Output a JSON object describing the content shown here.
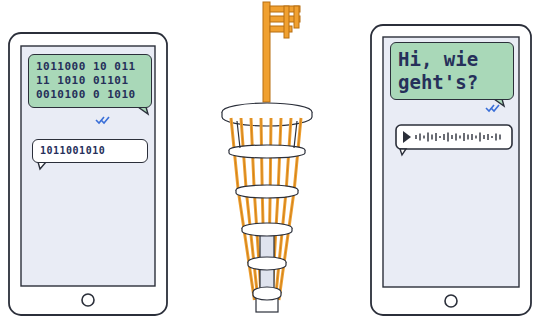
{
  "diagram": {
    "nodes": [
      {
        "text": [
          "1011000 10 011 11 1010 01101 0010100 0 1010"
        ]
      },
      {
        "text": [
          "1011001010"
        ]
      },
      {
        "text": [
          "Hi, wie geht's?"
        ]
      }
    ]
  }
}
